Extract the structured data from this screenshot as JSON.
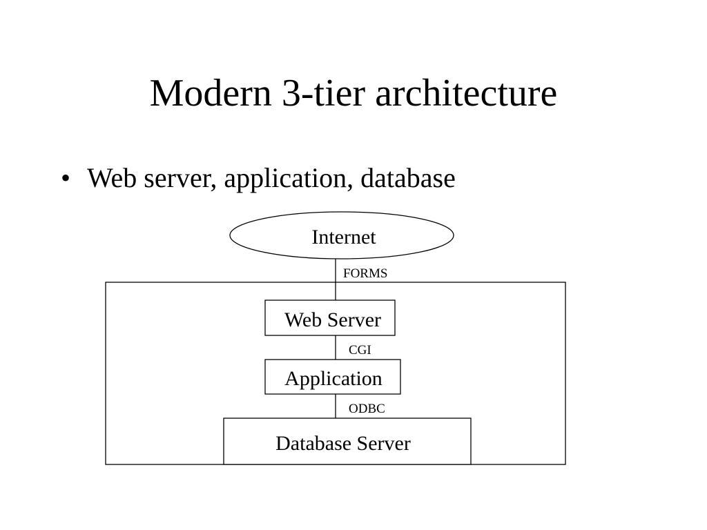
{
  "slide": {
    "title": "Modern 3-tier architecture",
    "bullets": [
      {
        "marker": "•",
        "text": "Web server, application, database"
      }
    ]
  },
  "diagram": {
    "nodes": {
      "internet": "Internet",
      "web_server": "Web Server",
      "application": "Application",
      "database_server": "Database Server"
    },
    "edges": {
      "internet_to_web_server": "FORMS",
      "web_server_to_application": "CGI",
      "application_to_database": "ODBC"
    }
  }
}
